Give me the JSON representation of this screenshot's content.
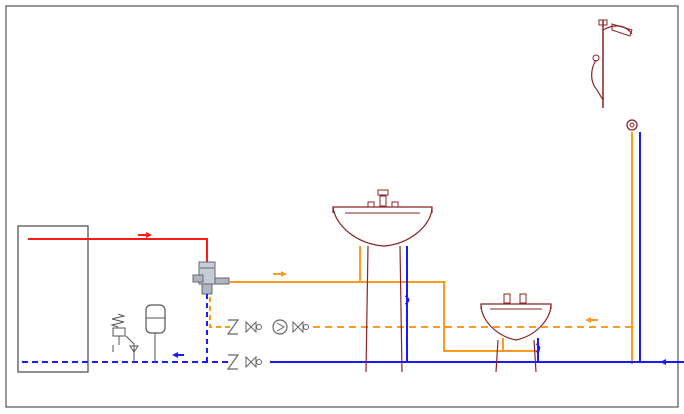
{
  "diagram": {
    "type": "plumbing-schematic",
    "components": [
      {
        "id": "water-heater",
        "label": ""
      },
      {
        "id": "thermostatic-mixing-valve",
        "label": ""
      },
      {
        "id": "wash-basin",
        "label": ""
      },
      {
        "id": "bidet",
        "label": ""
      },
      {
        "id": "shower-head",
        "label": ""
      },
      {
        "id": "expansion-vessel",
        "label": ""
      },
      {
        "id": "safety-valve",
        "label": ""
      },
      {
        "id": "circulation-pump",
        "label": ""
      }
    ],
    "lines": [
      {
        "id": "hot-water-supply",
        "color": "#ff1a1a"
      },
      {
        "id": "mixed-water",
        "color": "#ff9a1e"
      },
      {
        "id": "circulation-return",
        "color": "#ff9a1e",
        "style": "dashed"
      },
      {
        "id": "cold-water",
        "color": "#1a1aff"
      },
      {
        "id": "cold-water-dashed",
        "color": "#1a1aff",
        "style": "dashed"
      }
    ],
    "colors": {
      "hot": "#ff1a1a",
      "mixed": "#ff9a1e",
      "cold": "#1a1aff",
      "fixture": "#8b2323",
      "equipment": "#555555",
      "frame": "#333333"
    }
  }
}
